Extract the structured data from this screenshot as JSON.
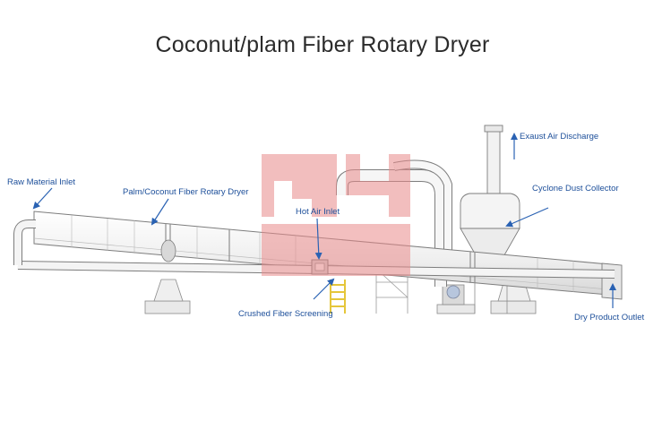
{
  "title": "Coconut/plam Fiber Rotary Dryer",
  "labels": {
    "raw_material_inlet": "Raw Material Inlet",
    "rotary_dryer": "Palm/Coconut Fiber Rotary Dryer",
    "hot_air_inlet": "Hot Air Inlet",
    "crushed_fiber_screening": "Crushed Fiber Screening",
    "exhaust_air_discharge": "Exaust Air Discharge",
    "cyclone_dust_collector": "Cyclone Dust Collector",
    "dry_product_outlet": "Dry Product Outlet"
  },
  "colors": {
    "label": "#1d4f9a",
    "arrow": "#2a62b3",
    "machine_fill": "#f3f3f3",
    "machine_line": "#7d7d7d",
    "watermark": "#e98a8a",
    "ladder": "#e5c63a"
  },
  "watermark": {
    "icon": "company-logo-watermark"
  }
}
